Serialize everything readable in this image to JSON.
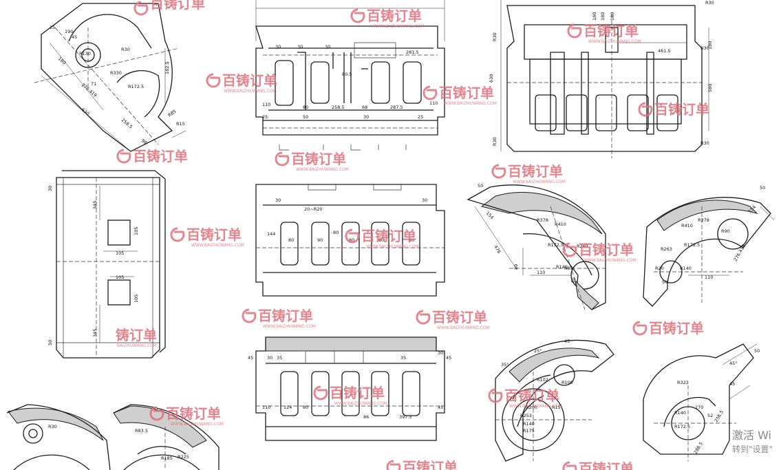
{
  "watermark": {
    "brand": "百铸订单",
    "url": "WWW.BAIZHUWANG.COM",
    "partial": "铸订单",
    "partial_url": "BAIZHUWANG.COM"
  },
  "activation": {
    "line1": "激活 Wi",
    "line2": "转到\"设置\""
  },
  "view1": {
    "dims": [
      "R130",
      "R30",
      "182.5",
      "R172.5",
      "R330",
      "276.419",
      "R85",
      "256.5",
      "R15",
      "98",
      "630",
      "180",
      "190",
      "35",
      "71",
      "45"
    ]
  },
  "view2": {
    "dims": [
      "30",
      "30",
      "30",
      "281.5",
      "80.5",
      "110",
      "80",
      "258.5",
      "68",
      "287.5",
      "110",
      "25",
      "50",
      "30",
      "25"
    ]
  },
  "view3": {
    "dims": [
      "R30",
      "R30",
      "R30",
      "R30",
      "180",
      "180",
      "180",
      "461.5",
      "180",
      "630",
      "580",
      "R30"
    ]
  },
  "view4": {
    "dims": [
      "345",
      "105",
      "105",
      "105",
      "105",
      "345",
      "30",
      "50"
    ]
  },
  "view5": {
    "dims": [
      "30",
      "30",
      "20~R20",
      "144",
      "80",
      "90",
      "80",
      "80",
      "80",
      "80"
    ]
  },
  "view6": {
    "dims": [
      "50",
      "154",
      "R378",
      "R410",
      "R172.5",
      "R263",
      "R140",
      "R85",
      "476",
      "80",
      "110",
      "80"
    ]
  },
  "view7": {
    "dims": [
      "50",
      "154",
      "R410",
      "R378",
      "R90",
      "R263",
      "R172.5",
      "R20",
      "R140",
      "276.419",
      "110",
      "50"
    ]
  },
  "view8": {
    "dims": [
      "45",
      "45",
      "30",
      "30",
      "35",
      "35",
      "110",
      "124",
      "80",
      "86",
      "397.5",
      "45"
    ]
  },
  "view9": {
    "dims": [
      "35°",
      "25°",
      "45",
      "R102",
      "R100",
      "R15",
      "R200",
      "R253",
      "R140",
      "R175"
    ]
  },
  "view10": {
    "dims": [
      "50",
      "45°",
      "R323",
      "45",
      "R140",
      "R172.5",
      "270",
      "52",
      "256.5",
      "288.5"
    ]
  },
  "view11": {
    "dims": [
      "R30",
      "R83.5",
      "R185",
      "R225"
    ]
  }
}
